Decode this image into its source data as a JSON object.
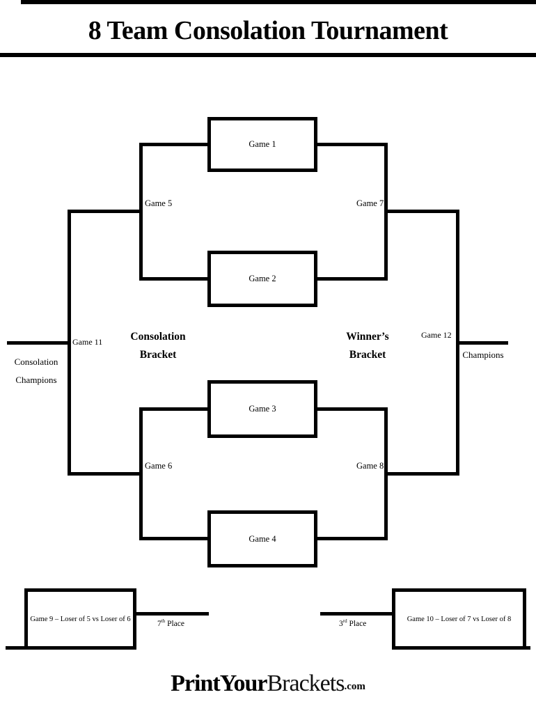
{
  "title": "8 Team Consolation Tournament",
  "colors": {
    "ink": "#000000",
    "paper": "#ffffff"
  },
  "bracket": {
    "boxes": [
      "Game 1",
      "Game 2",
      "Game 3",
      "Game 4"
    ],
    "game5": "Game 5",
    "game6": "Game 6",
    "game7": "Game 7",
    "game8": "Game 8",
    "game11": "Game 11",
    "game12": "Game 12",
    "consolation_bracket": {
      "line1": "Consolation",
      "line2": "Bracket"
    },
    "winners_bracket": {
      "line1": "Winner’s",
      "line2": "Bracket"
    },
    "consolation_champion": {
      "line1": "Consolation",
      "line2": "Champions"
    },
    "champion": "Champions"
  },
  "placement": {
    "game9": "Game 9 – Loser of 5 vs Loser of 6",
    "game10": "Game 10 – Loser of 7 vs Loser of 8",
    "seventh": {
      "num": "7",
      "sup": "th",
      "word": " Place"
    },
    "third": {
      "num": "3",
      "sup": "rd",
      "word": " Place"
    }
  },
  "footer": {
    "logo_bold": "PrintYour",
    "logo_light": "Brackets",
    "logo_suffix": ".com"
  }
}
